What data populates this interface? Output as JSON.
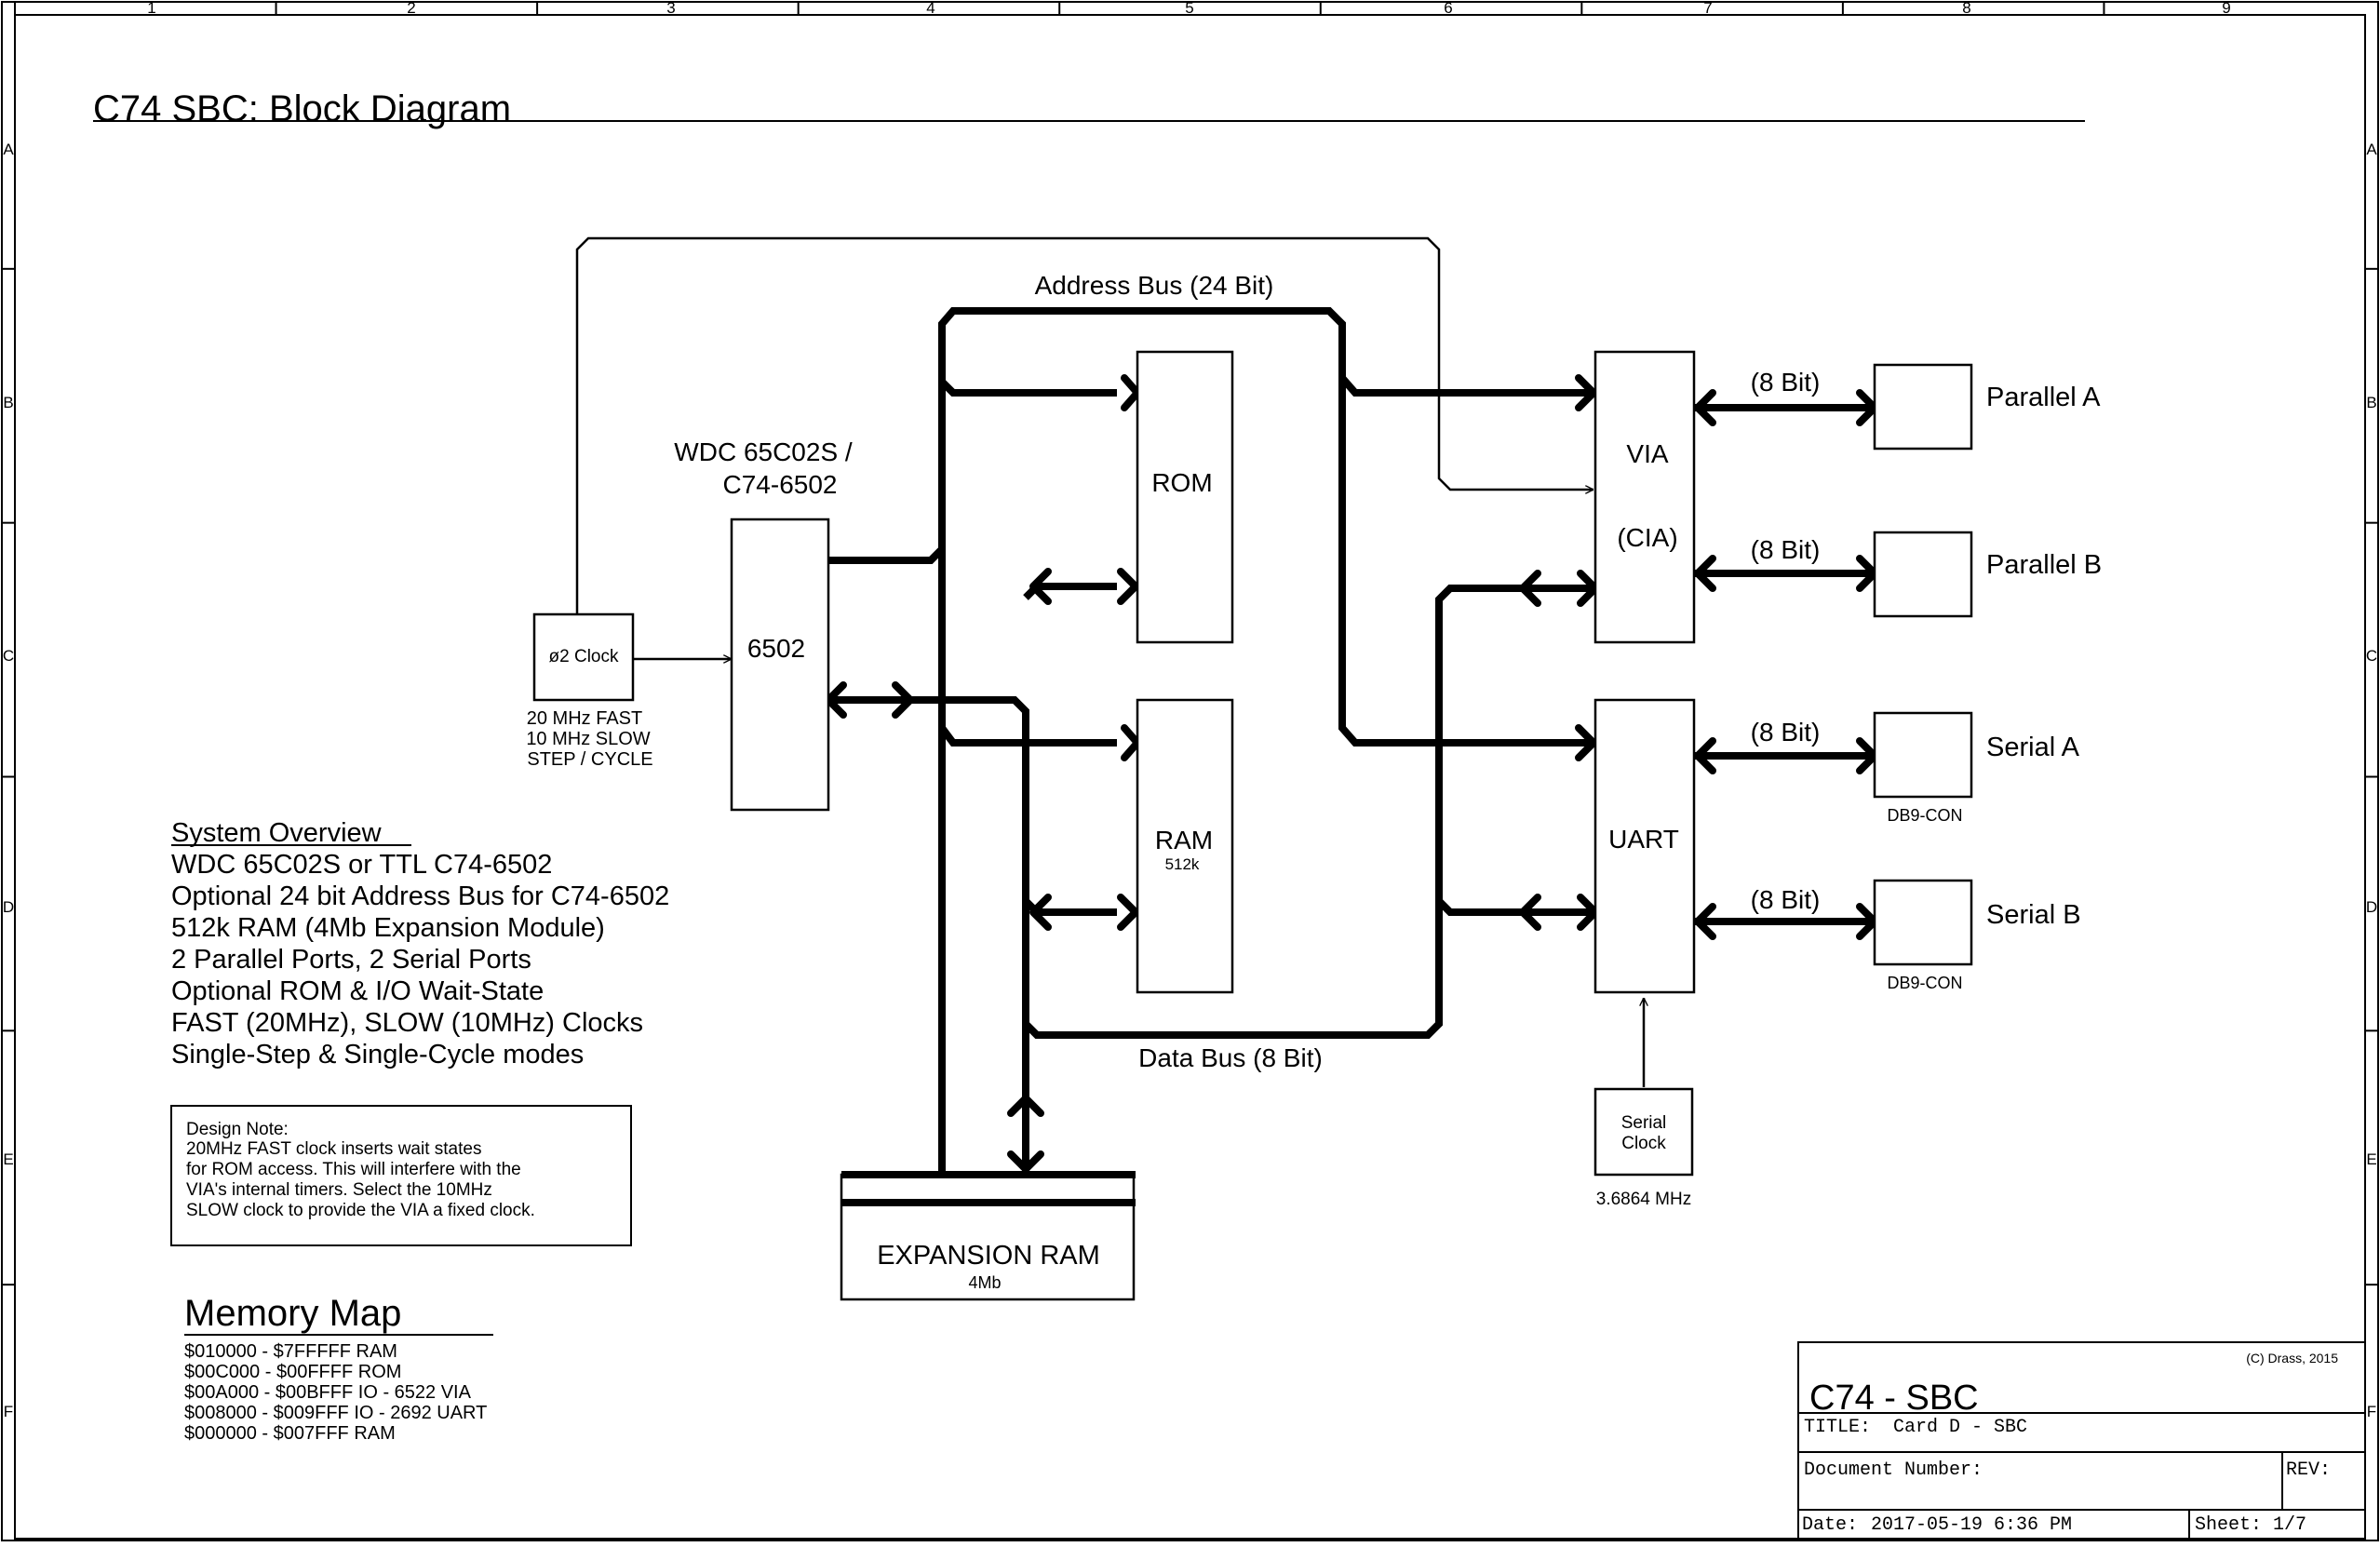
{
  "frame": {
    "columns": [
      "1",
      "2",
      "3",
      "4",
      "5",
      "6",
      "7",
      "8",
      "9"
    ],
    "rows": [
      "A",
      "B",
      "C",
      "D",
      "E",
      "F"
    ]
  },
  "title": "C74 SBC: Block Diagram",
  "blocks": {
    "cpu_caption": [
      "WDC 65C02S /",
      "C74-6502"
    ],
    "cpu": "6502",
    "clock": "ø2 Clock",
    "clock_notes": [
      "20 MHz FAST",
      "10 MHz SLOW",
      "STEP / CYCLE"
    ],
    "rom": "ROM",
    "ram": "RAM",
    "ram_size": "512k",
    "via": [
      "VIA",
      "(CIA)"
    ],
    "uart": "UART",
    "serial_clock": [
      "Serial",
      "Clock"
    ],
    "serial_clock_freq": "3.6864 MHz",
    "expansion": "EXPANSION RAM",
    "expansion_size": "4Mb",
    "address_bus": "Address Bus (24 Bit)",
    "data_bus": "Data Bus (8 Bit)",
    "port_width": "(8 Bit)",
    "ports": [
      "Parallel A",
      "Parallel B",
      "Serial A",
      "Serial B"
    ],
    "connector": "DB9-CON"
  },
  "overview": {
    "heading": "System Overview",
    "lines": [
      "WDC 65C02S or TTL C74-6502",
      "Optional 24 bit Address Bus for C74-6502",
      "512k RAM (4Mb Expansion Module)",
      "2 Parallel Ports, 2 Serial Ports",
      "Optional ROM & I/O Wait-State",
      "FAST (20MHz), SLOW (10MHz) Clocks",
      "Single-Step & Single-Cycle modes"
    ]
  },
  "design_note": {
    "heading": "Design Note:",
    "lines": [
      "20MHz FAST clock inserts wait states",
      "for ROM access. This will interfere with the",
      "VIA's internal timers. Select the 10MHz",
      "SLOW clock to provide the VIA a fixed clock."
    ]
  },
  "memory_map": {
    "heading": "Memory Map",
    "lines": [
      "$010000 - $7FFFFF RAM",
      "$00C000 - $00FFFF ROM",
      "$00A000 - $00BFFF IO - 6522 VIA",
      "$008000 - $009FFF IO - 2692 UART",
      "$000000 - $007FFF RAM"
    ]
  },
  "title_block": {
    "copyright": "(C) Drass, 2015",
    "project": "C74 - SBC",
    "title_label": "TITLE:",
    "title_value": "Card D - SBC",
    "doc_label": "Document Number:",
    "rev_label": "REV:",
    "date_label": "Date:",
    "date_value": "2017-05-19 6:36 PM",
    "sheet_label": "Sheet:",
    "sheet_value": "1/7"
  }
}
